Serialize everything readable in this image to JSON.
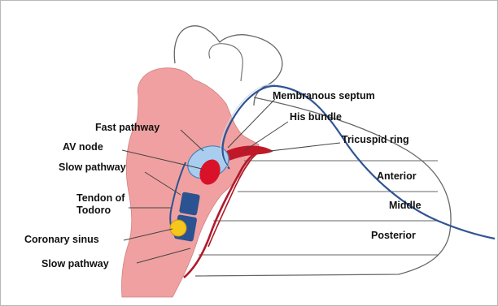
{
  "colors": {
    "septum_tissue": "#f0a0a0",
    "fast_pathway_oval": "#a8cdef",
    "av_node": "#d9122a",
    "tendon_and_sinus_boxes": "#2b5391",
    "coronary_sinus": "#f5c61c",
    "slow_pathway_ring": "#b01a2a",
    "catheter": "#2f5494",
    "outline": "#555555"
  },
  "labels": {
    "membranous_septum": "Membranous septum",
    "his_bundle": "His bundle",
    "tricuspid_ring": "Tricuspid ring",
    "fast_pathway": "Fast pathway",
    "av_node": "AV node",
    "slow_pathway_upper": "Slow pathway",
    "tendon_of_todoro_line1": "Tendon of",
    "tendon_of_todoro_line2": "Todoro",
    "coronary_sinus": "Coronary sinus",
    "slow_pathway_lower": "Slow pathway",
    "anterior": "Anterior",
    "middle": "Middle",
    "posterior": "Posterior"
  }
}
